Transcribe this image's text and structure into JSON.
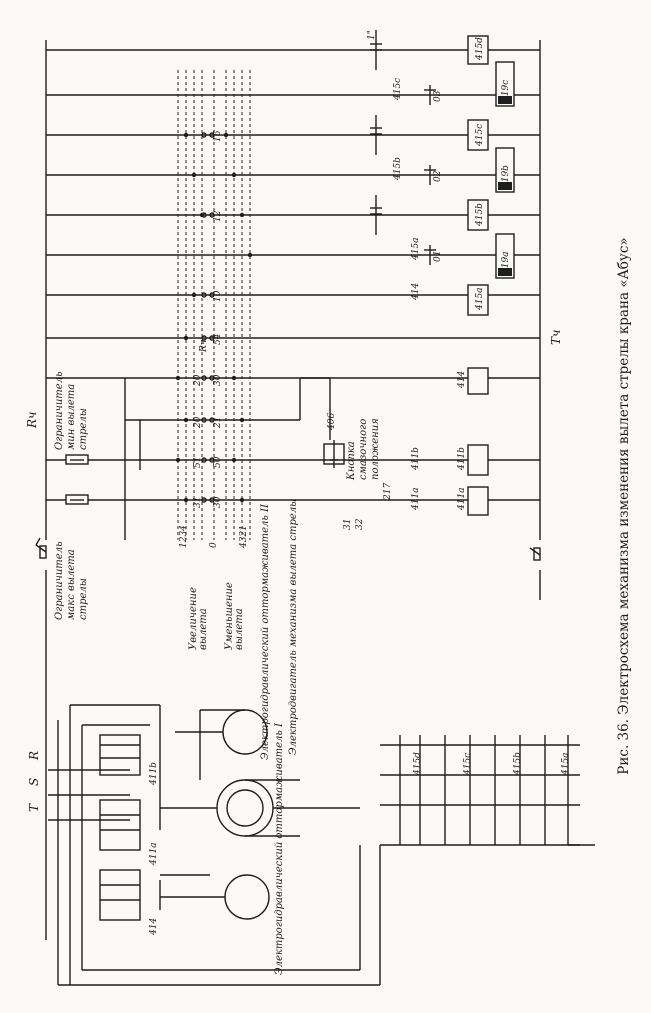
{
  "figure": {
    "caption": "Рис. 36. Электросхема механизма изменения вылета стрелы крана «Абус»"
  },
  "phases": [
    "R",
    "S",
    "T"
  ],
  "supply": {
    "control_bus": "Rч",
    "neutral": "Tч"
  },
  "motors": [
    "Электрогидравлический оттормаживатель I",
    "Электродвигатель механизма вылета стрелы",
    "Электрогидравлический оттормаживатель II"
  ],
  "contactor_labels_power": [
    "411a",
    "411b",
    "414",
    "415d",
    "415c",
    "415b",
    "415a"
  ],
  "limits": {
    "max_line1": "Ограничитель",
    "max_line2": "макс вылета",
    "max_line3": "стрелы",
    "min_line1": "Ограничитель",
    "min_line2": "мин вылета",
    "min_line3": "стрелы"
  },
  "controller": {
    "increase_line1": "Увеличение",
    "increase_line2": "вылета",
    "decrease_line1": "Уменьшение",
    "decrease_line2": "вылета",
    "numbers_top": "4321",
    "numbers_zero": "0",
    "numbers_bottom": "1234"
  },
  "button": {
    "name_line1": "Кнопка",
    "name_line2": "смазочного",
    "name_line3": "положения",
    "code": "406"
  },
  "contacts": [
    "31",
    "32",
    "217",
    "31",
    "30",
    "51",
    "50",
    "20",
    "21",
    "20",
    "30",
    "54",
    "10",
    "12",
    "16"
  ],
  "resistor_label": "Rч",
  "relay_codes": [
    "411a",
    "411b",
    "411b",
    "411a",
    "414",
    "415a",
    "414",
    "415a",
    "415b",
    "415c",
    "415d",
    "419a",
    "419b",
    "419c",
    "415b",
    "415c",
    "01",
    "02",
    "03",
    "1\""
  ]
}
